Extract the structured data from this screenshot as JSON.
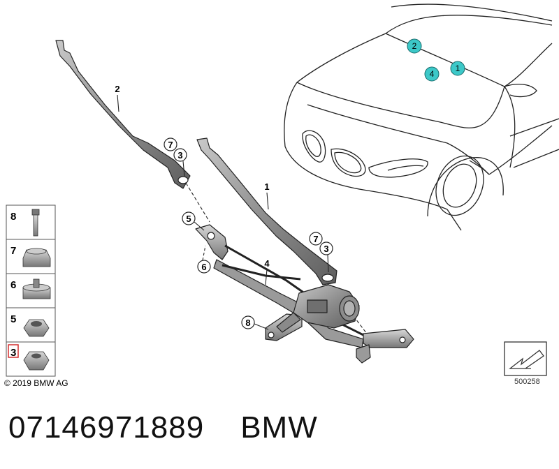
{
  "callouts": {
    "c2": "2",
    "c7a": "7",
    "c3a": "3",
    "c1": "1",
    "c5": "5",
    "c6": "6",
    "c7b": "7",
    "c3b": "3",
    "c4": "4",
    "c8": "8"
  },
  "vehicle_highlights": {
    "h2": "2",
    "h4": "4",
    "h1": "1"
  },
  "legend": [
    "8",
    "7",
    "6",
    "5",
    "3"
  ],
  "copyright": "© 2019 BMW AG",
  "diagram_number": "500258",
  "footer": {
    "part_number": "07146971889",
    "brand": "BMW"
  },
  "colors": {
    "highlight": "#3cc8c8",
    "legend_highlight": "#d32f2f",
    "line": "#222222",
    "part_fill": "#8a8a8a"
  }
}
